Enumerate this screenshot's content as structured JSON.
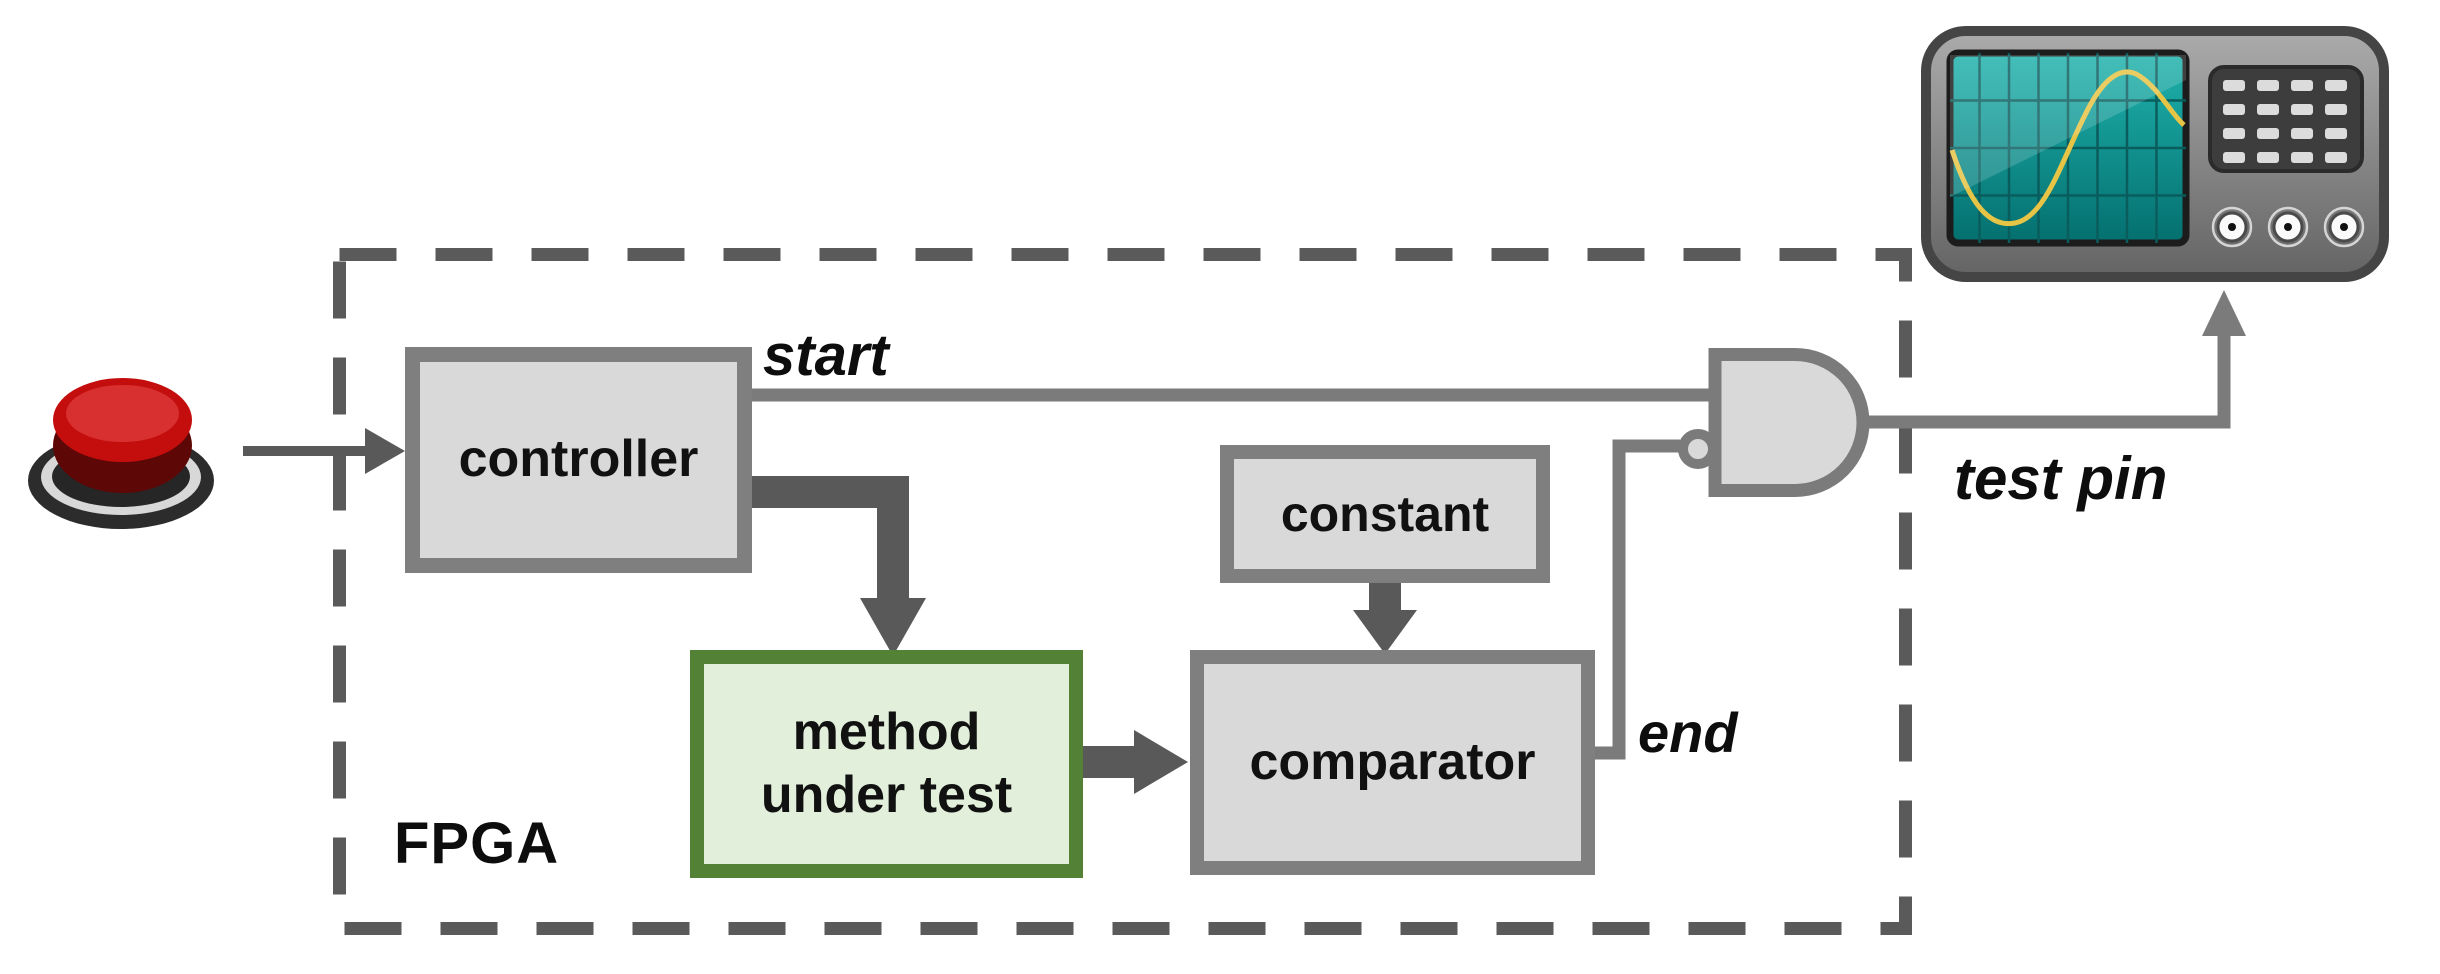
{
  "fpga": {
    "label": "FPGA"
  },
  "blocks": {
    "controller": {
      "label": "controller"
    },
    "method": {
      "line1": "method",
      "line2": "under test"
    },
    "constant": {
      "label": "constant"
    },
    "comparator": {
      "label": "comparator"
    }
  },
  "signals": {
    "start": {
      "label": "start"
    },
    "end": {
      "label": "end"
    },
    "test_pin": {
      "label": "test pin"
    }
  },
  "icons": {
    "push_button": "push-button-icon",
    "oscilloscope": "oscilloscope-icon",
    "nand_gate": "nand-gate-icon"
  },
  "colors": {
    "box_fill": "#d9d9d9",
    "box_border": "#7f7f7f",
    "method_fill": "#e2efda",
    "method_border": "#538135",
    "wire": "#7b7b7b",
    "thick_arrow": "#595959",
    "dashed_border": "#5a5a5a",
    "screen_teal": "#12948f",
    "trace_yellow": "#e6c445",
    "button_red": "#c40e0e",
    "text": "#111111"
  }
}
